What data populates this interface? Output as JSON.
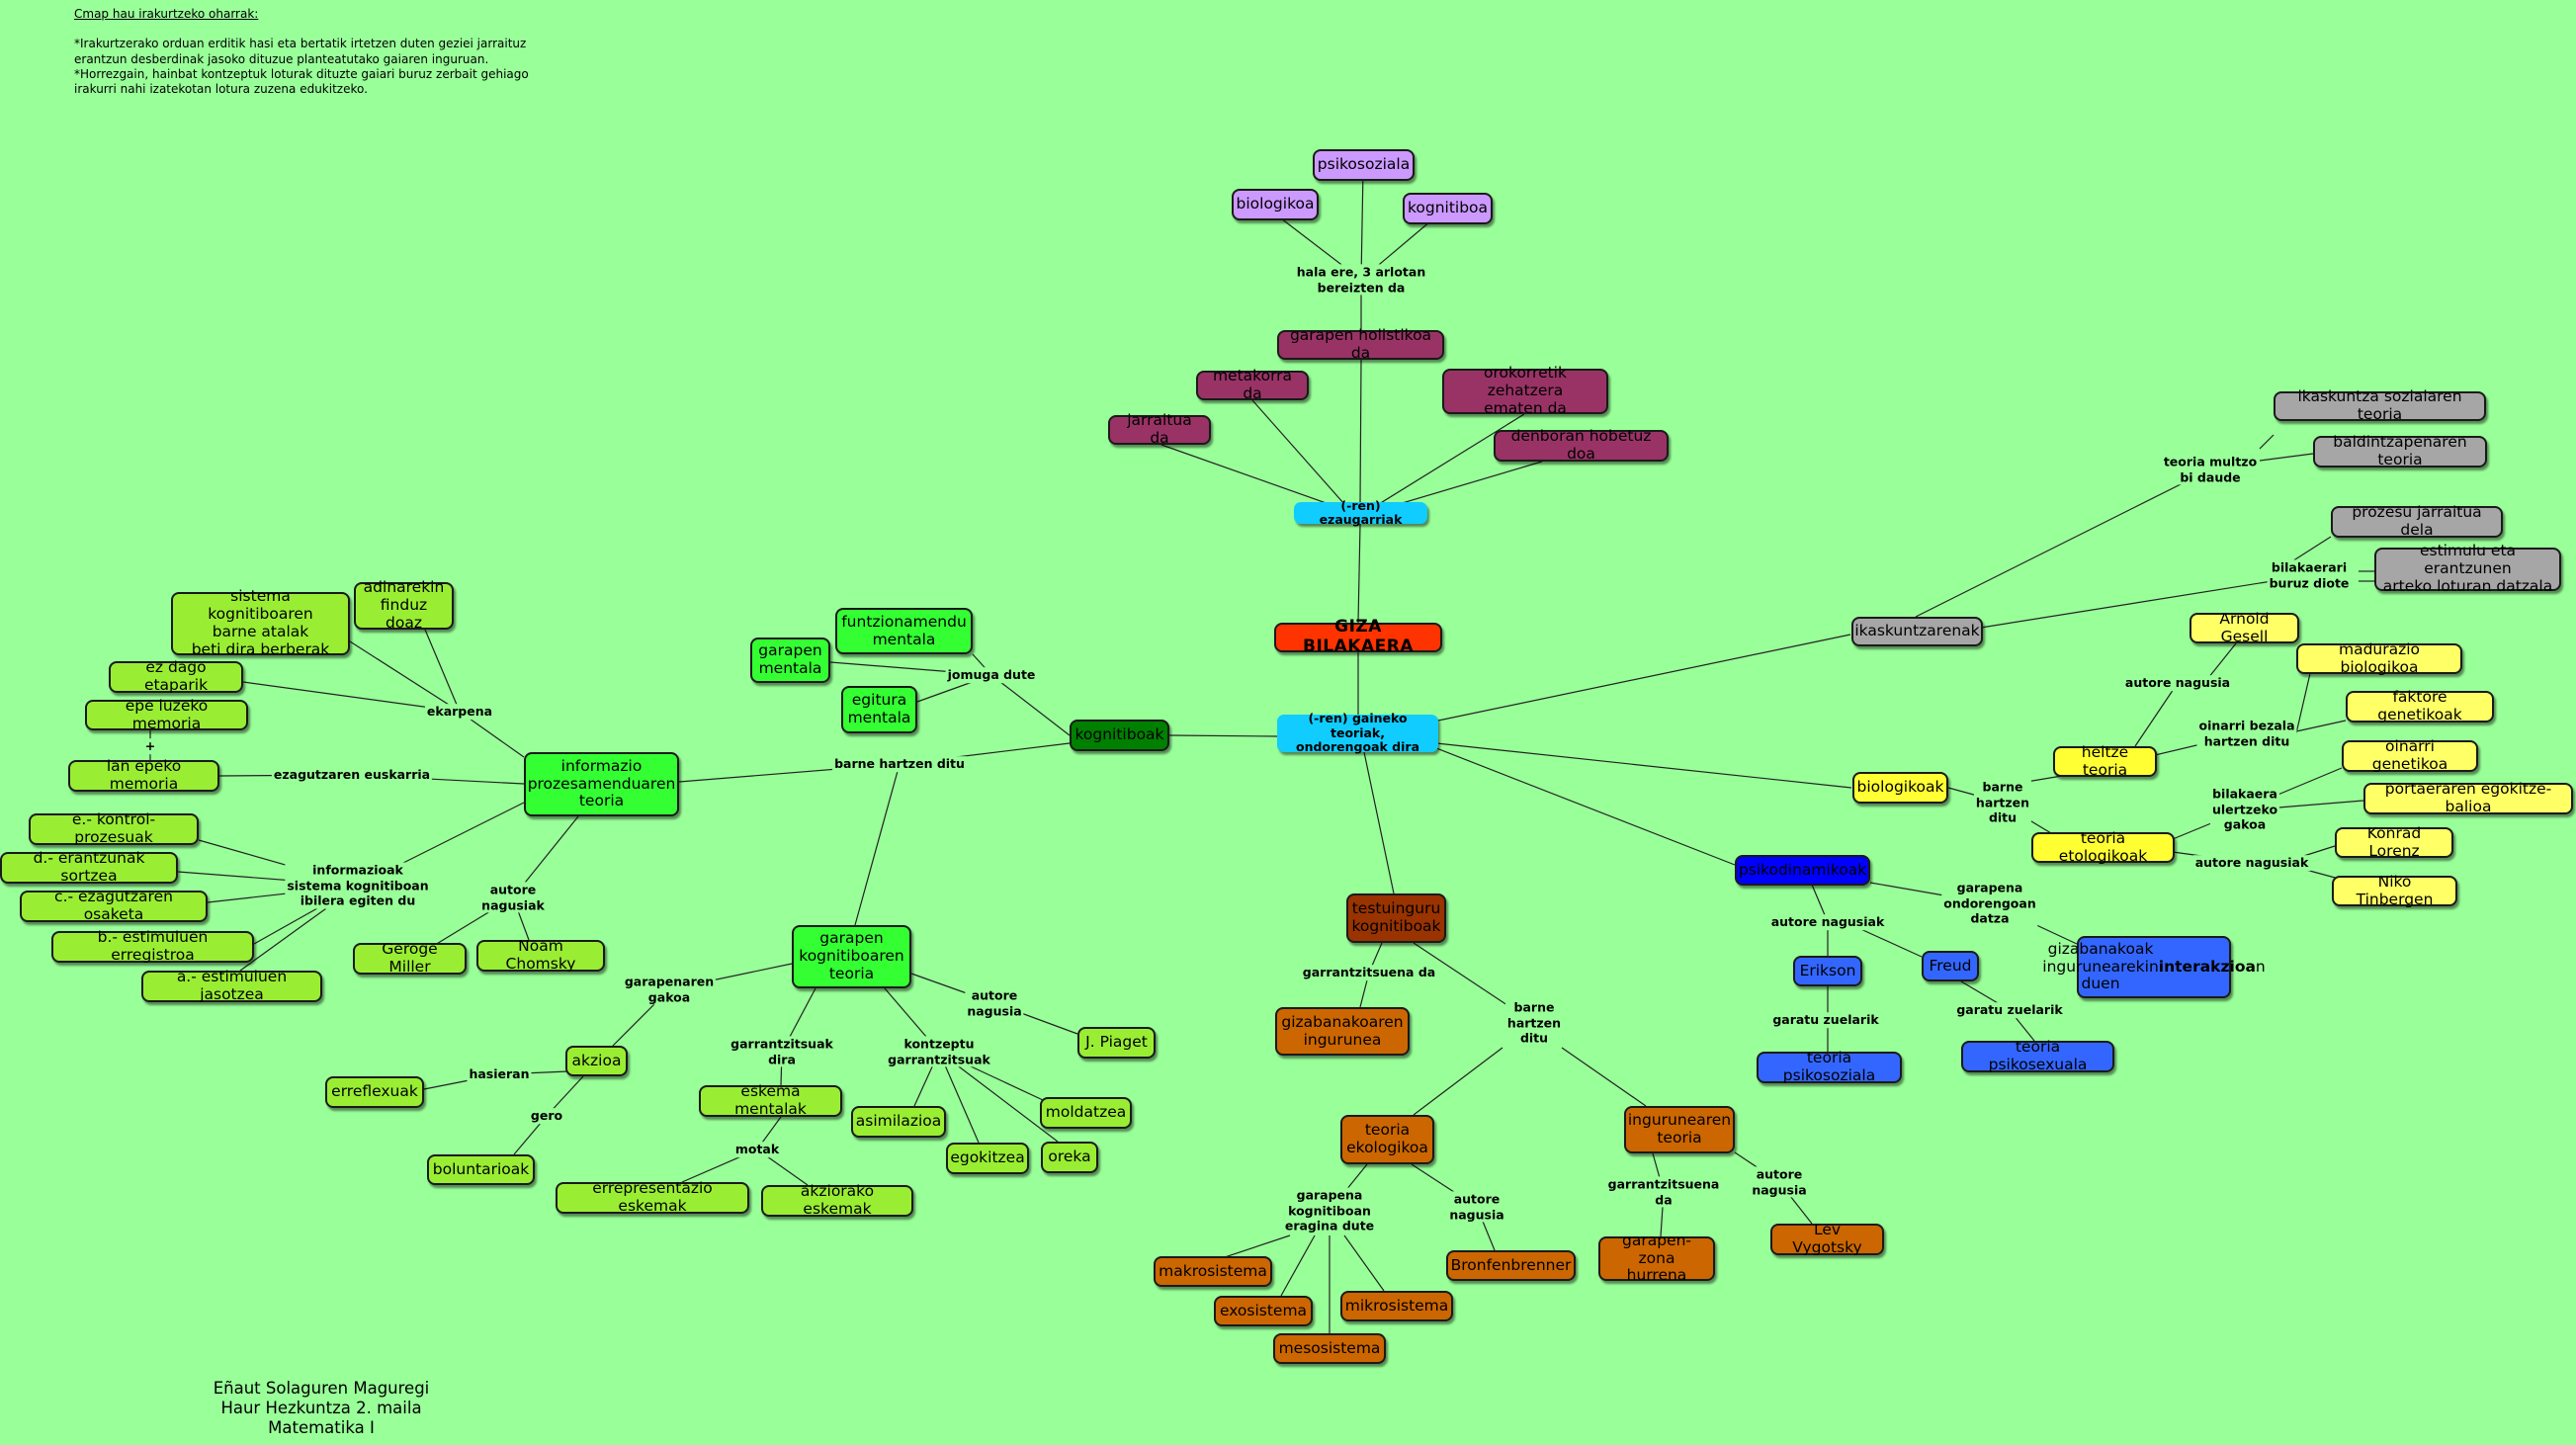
{
  "note": {
    "title": "Cmap hau irakurtzeko oharrak:",
    "lines": "*Irakurtzerako orduan erditik hasi eta bertatik irtetzen duten geziei jarraituz\nerantzun desberdinak jasoko dituzue planteatutako gaiaren inguruan.\n*Horrezgain, hainbat kontzeptuk loturak dituzte gaiari buruz zerbait gehiago\nirakurri nahi izatekotan lotura zuzena edukitzeko."
  },
  "author": "Eñaut Solaguren Maguregi\nHaur Hezkuntza 2. maila\nMatematika I",
  "colors": {
    "background": "#99ff99",
    "root": "#ff3300",
    "cyan": "#11ccff",
    "maroon": "#993366",
    "lavender": "#cc99ff",
    "gray": "#a6a6a6",
    "yellow": "#ffff66",
    "blue_dark": "#0000ff",
    "blue": "#3366ff",
    "brown_dark": "#993300",
    "orange": "#cc6600",
    "green_dark": "#008000",
    "green": "#33ff33",
    "lime": "#99ee33"
  },
  "nodes": {
    "giza_bilakaera": "GIZA BILAKAERA",
    "ezaugarriak": "(-ren) ezaugarriak",
    "teoriak": "(-ren) gaineko teoriak,\nondorengoak dira",
    "psikosoziala": "psikosoziala",
    "biologikoa_top": "biologikoa",
    "kognitiboa": "kognitiboa",
    "holistikoa": "garapen holistikoa da",
    "metakorra": "metakorra da",
    "orokorretik": "orokorretik zehatzera\nematen da",
    "jarraitua": "jarraitua da",
    "denboran": "denboran hobetuz doa",
    "ikaskuntzarenak": "ikaskuntzarenak",
    "ik_sozial": "ikaskuntza sozialaren teoria",
    "baldintza": "baldintzapenaren teoria",
    "prozesu": "prozesu jarraitua dela",
    "estimulu": "estimulu eta erantzunen\narteko loturan datzala",
    "biologikoak": "biologikoak",
    "heltze": "heltze teoria",
    "etologiko": "teoria etologikoak",
    "gesell": "Arnold Gesell",
    "maduraz": "madurazio biologikoa",
    "faktore": "faktore genetikoak",
    "oinarri_gen": "oinarri genetikoa",
    "portaera": "portaeraren egokitze-balioa",
    "lorenz": "Konrad Lorenz",
    "tinbergen": "Niko Tinbergen",
    "psikodinamikoak": "psikodinamikoak",
    "gizabanakoak": "gizabanakoak\ningurunearekin\nduen interakzioan",
    "gizabanakoak_parts": [
      "gizabanakoak\ningurunearekin\nduen ",
      "interakzioa",
      "n"
    ],
    "erikson": "Erikson",
    "freud": "Freud",
    "psikosoziala_t": "teoria psikosoziala",
    "psikosexuala_t": "teoria psikosexuala",
    "testuinguru": "testuinguru\nkognitiboak",
    "gizab_ing": "gizabanakoaren\ningurunea",
    "ekologikoa": "teoria\nekologikoa",
    "ingurunearen": "ingurunearen\nteoria",
    "makro": "makrosistema",
    "exo": "exosistema",
    "meso": "mesosistema",
    "mikro": "mikrosistema",
    "bronfen": "Bronfenbrenner",
    "garapen_zona": "garapen-zona\nhurrena",
    "vygotsky": "Lev Vygotsky",
    "kognitiboak": "kognitiboak",
    "funtziona": "funtzionamendu\nmentala",
    "garapen_mentala": "garapen\nmentala",
    "egitura": "egitura\nmentala",
    "informazio": "informazio\nprozesamenduaren\nteoria",
    "garapen_kog": "garapen\nkognitiboaren\nteoria",
    "adinarekin": "adinarekin\nfinduz doaz",
    "sistema_kog": "sistema kognitiboaren\nbarne atalak\nbeti dira berberak",
    "ez_dago": "ez dago etaparik",
    "epe_luze": "epe luzeko memoria",
    "lan_epeko": "lan epeko memoria",
    "e_kontrol": "e.- kontrol-prozesuak",
    "d_erantz": "d.- erantzunak sortzea",
    "c_ezag": "c.- ezagutzaren osaketa",
    "b_estim": "b.- estimuluen erregistroa",
    "a_estim": "a.- estimuluen jasotzea",
    "miller": "Geroge Miller",
    "chomsky": "Noam Chomsky",
    "piaget": "J. Piaget",
    "akzioa": "akzioa",
    "erreflexuak": "erreflexuak",
    "boluntarioak": "boluntarioak",
    "eskema_mentalak": "eskema mentalak",
    "errepres": "errepresentazio eskemak",
    "akzio_esk": "akziorako eskemak",
    "asimilazioa": "asimilazioa",
    "egokitzea": "egokitzea",
    "moldatzea": "moldatzea",
    "oreka": "oreka"
  },
  "labels": {
    "hala_ere": "hala ere, 3 arlotan\nbereizten da",
    "teoria_multzo": "teoria multzo\nbi daude",
    "bilakaerari": "bilakaerari\nburuz diote",
    "autore_nagusia_gesell": "autore nagusia",
    "oinarri_bezala": "oinarri bezala\nhartzen ditu",
    "barne_bio": "barne\nhartzen\nditu",
    "bilakaera_ulertzeko": "bilakaera\nulertzeko\ngakoa",
    "autore_nagusiak_eto": "autore nagusiak",
    "garapena_ondoren": "garapena\nondorengoan\ndatza",
    "autore_nagusiak_psi": "autore nagusiak",
    "garatu_erik": "garatu zuelarik",
    "garatu_freud": "garatu zuelarik",
    "garrantz_test": "garrantzitsuena da",
    "barne_test": "barne\nhartzen\nditu",
    "garapena_eragina": "garapena\nkognitiboan\neragina dute",
    "autore_nagusia_bron": "autore\nnagusia",
    "garrantz_ing": "garrantzitsuena\nda",
    "autore_nagusia_vyg": "autore\nnagusia",
    "jomuga": "jomuga dute",
    "barne_kog": "barne hartzen ditu",
    "ekarpena": "ekarpena",
    "ezagutzaren": "ezagutzaren euskarria",
    "plus": "+",
    "informazioak": "informazioak\nsistema kognitiboan\nibilera egiten du",
    "autore_nagusiak_info": "autore\nnagusiak",
    "garapenaren_gakoa": "garapenaren\ngakoa",
    "garrantzitsuak": "garrantzitsuak\ndira",
    "kontzeptu": "kontzeptu\ngarrantzitsuak",
    "autore_nagusia_piaget": "autore\nnagusia",
    "hasieran": "hasieran",
    "gero": "gero",
    "motak": "motak"
  }
}
